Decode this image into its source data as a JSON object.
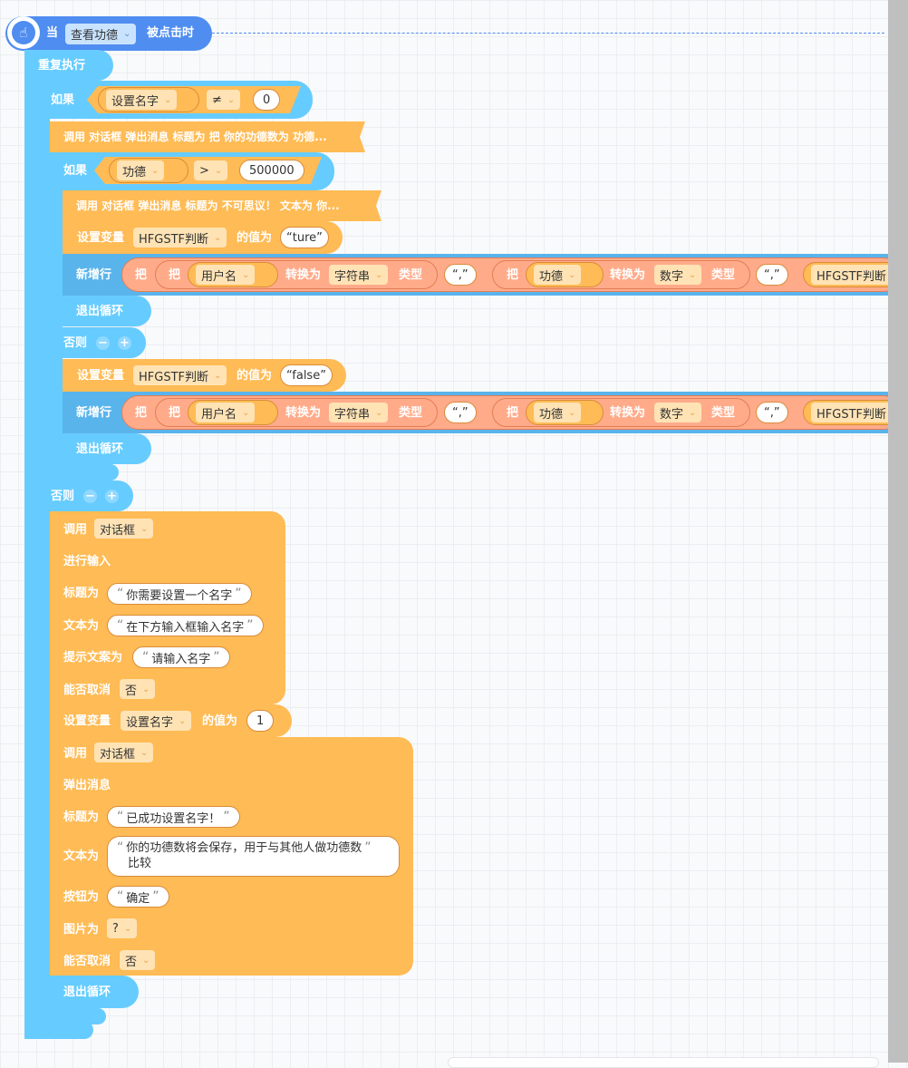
{
  "event": {
    "when": "当",
    "target": "查看功德",
    "clicked": "被点击时"
  },
  "repeat_label": "重复执行",
  "if1": {
    "label": "如果",
    "var": "设置名字",
    "op": "≠",
    "value": "0"
  },
  "call_summary_1": "调用 对话框 弹出消息 标题为 把 你的功德数为 功德...",
  "if2": {
    "label": "如果",
    "var": "功德",
    "op": ">",
    "value": "500000"
  },
  "call_summary_2": "调用 对话框 弹出消息 标题为 不可思议！ 文本为 你...",
  "setvar_true": {
    "label": "设置变量",
    "var": "HFGSTF判断",
    "value_label": "的值为",
    "value": "“ture”"
  },
  "newrow": {
    "label": "新增行",
    "ba": "把",
    "user": "用户名",
    "convert_to": "转换为",
    "type_str": "字符串",
    "type_label": "类型",
    "comma": "“,”",
    "gongde": "功德",
    "type_num": "数字",
    "tail": "HFGSTF判断"
  },
  "exit_loop": "退出循环",
  "else_label": "否则",
  "minus": "−",
  "plus": "+",
  "setvar_false": {
    "label": "设置变量",
    "var": "HFGSTF判断",
    "value_label": "的值为",
    "value": "“false”"
  },
  "input_dialog": {
    "call": "调用",
    "target": "对话框",
    "action": "进行输入",
    "title_label": "标题为",
    "title": "你需要设置一个名字",
    "text_label": "文本为",
    "text": "在下方输入框输入名字",
    "hint_label": "提示文案为",
    "hint": "请输入名字",
    "cancel_label": "能否取消",
    "cancel": "否"
  },
  "setname": {
    "label": "设置变量",
    "var": "设置名字",
    "value_label": "的值为",
    "value": "1"
  },
  "msg_dialog": {
    "call": "调用",
    "target": "对话框",
    "action": "弹出消息",
    "title_label": "标题为",
    "title": "已成功设置名字！",
    "text_label": "文本为",
    "text_line1": "你的功德数将会保存，用于与其他人做功德数",
    "text_line2": "比较",
    "button_label": "按钮为",
    "button": "确定",
    "image_label": "图片为",
    "image": "?",
    "cancel_label": "能否取消",
    "cancel": "否"
  },
  "quote_open": "“",
  "quote_close": "”"
}
